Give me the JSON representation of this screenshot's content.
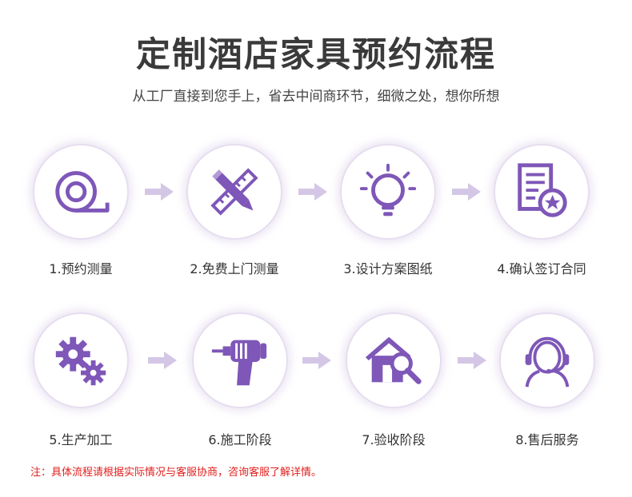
{
  "header": {
    "title": "定制酒店家具预约流程",
    "subtitle": "从工厂直接到您手上，省去中间商环节，细微之处，想你所想"
  },
  "colors": {
    "accent": "#7e57b8",
    "arrow": "#d4c7e6",
    "note": "#e0201e"
  },
  "steps": [
    {
      "label": "1.预约测量",
      "icon": "tape-measure-icon"
    },
    {
      "label": "2.免费上门测量",
      "icon": "ruler-pencil-icon"
    },
    {
      "label": "3.设计方案图纸",
      "icon": "lightbulb-icon"
    },
    {
      "label": "4.确认签订合同",
      "icon": "contract-star-icon"
    },
    {
      "label": "5.生产加工",
      "icon": "gears-icon"
    },
    {
      "label": "6.施工阶段",
      "icon": "drill-icon"
    },
    {
      "label": "7.验收阶段",
      "icon": "house-magnifier-icon"
    },
    {
      "label": "8.售后服务",
      "icon": "headset-agent-icon"
    }
  ],
  "footer": {
    "note": "注：具体流程请根据实际情况与客服协商，咨询客服了解详情。"
  }
}
